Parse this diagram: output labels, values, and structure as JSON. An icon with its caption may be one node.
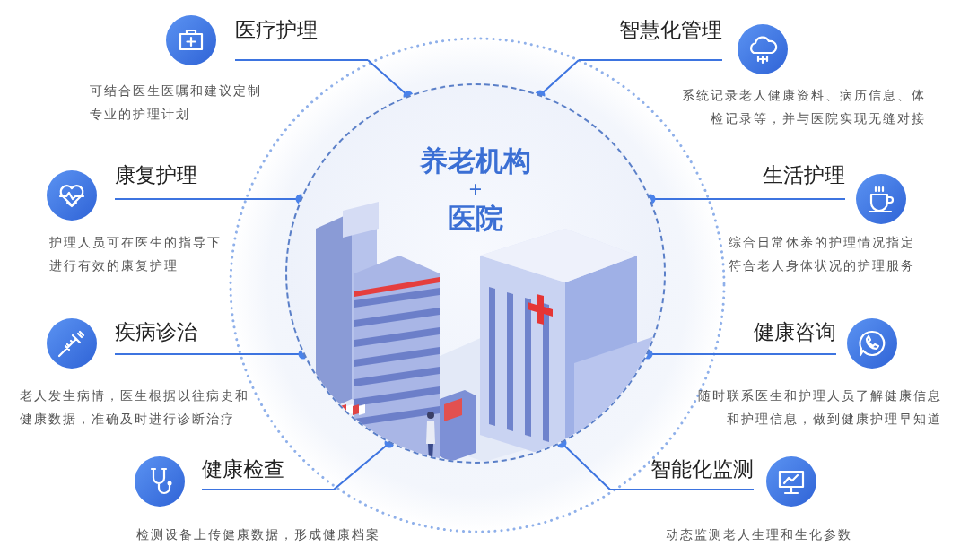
{
  "diagram": {
    "nodes": [
      {
        "text": [
          "医疗护理"
        ],
        "beside": [
          "可结合医生医嘱和建议定制专业的护理计划"
        ]
      },
      {
        "text": [
          "智慧化管理"
        ],
        "beside": [
          "系统记录老人健康资料、病历信息、体检记录等，并与医院实现无缝对接"
        ]
      },
      {
        "text": [
          "康复护理"
        ],
        "beside": [
          "护理人员可在医生的指导下进行有效的康复护理"
        ]
      },
      {
        "text": [
          "生活护理"
        ],
        "beside": [
          "综合日常休养的护理情况指定符合老人身体状况的护理服务"
        ]
      },
      {
        "text": [
          "疾病诊治"
        ],
        "beside": [
          "老人发生病情，医生根据以往病史和健康数据，准确及时进行诊断治疗"
        ]
      },
      {
        "text": [
          "健康咨询"
        ],
        "beside": [
          "随时联系医生和护理人员了解健康信息和护理信息，做到健康护理早知道"
        ]
      },
      {
        "text": [
          "健康检查"
        ],
        "beside": [
          "检测设备上传健康数据，形成健康档案"
        ]
      },
      {
        "text": [
          "智能化监测"
        ],
        "beside": [
          "动态监测老人生理和生化参数"
        ]
      },
      {
        "text": [
          "养老机构",
          "+",
          "医院"
        ]
      }
    ],
    "edges": [
      {
        "from": 0,
        "to": 8,
        "arrow": "other"
      },
      {
        "from": 1,
        "to": 8,
        "arrow": "other"
      },
      {
        "from": 2,
        "to": 8,
        "arrow": "other"
      },
      {
        "from": 3,
        "to": 8,
        "arrow": "other"
      },
      {
        "from": 4,
        "to": 8,
        "arrow": "other"
      },
      {
        "from": 5,
        "to": 8,
        "arrow": "other"
      },
      {
        "from": 6,
        "to": 8,
        "arrow": "other"
      },
      {
        "from": 7,
        "to": 8,
        "arrow": "other"
      }
    ]
  }
}
